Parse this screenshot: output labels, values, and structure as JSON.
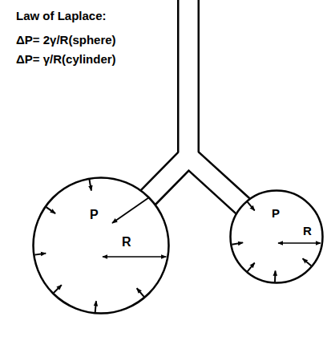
{
  "diagram": {
    "title": "Law of Laplace:",
    "nodes": [
      {
        "text": [
          "P",
          "R"
        ]
      },
      {
        "text": [
          "P",
          "R"
        ]
      }
    ],
    "edges": [
      {
        "from": 0,
        "to": 1,
        "arrow": "none"
      }
    ],
    "labels": [
      "ΔP= 2γ/R(sphere)",
      "ΔP= γ/R(cylinder)"
    ]
  }
}
